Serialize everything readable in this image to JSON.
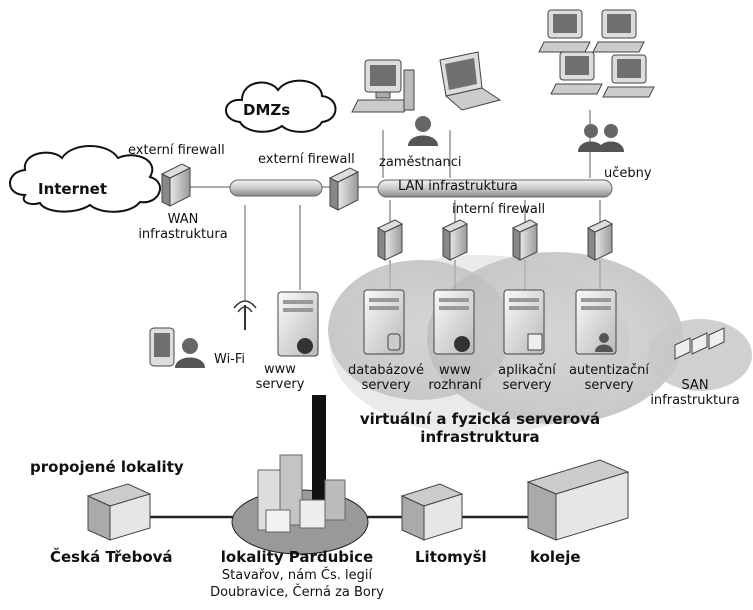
{
  "labels": {
    "dmzs": "DMZs",
    "internet": "Internet",
    "external_firewall_left": "externí firewall",
    "external_firewall_center": "externí firewall",
    "wan_line1": "WAN",
    "wan_line2": "infrastruktura",
    "employees": "zaměstnanci",
    "lan": "LAN infrastruktura",
    "classrooms": "učebny",
    "internal_firewall": "interní firewall",
    "wifi": "Wi-Fi",
    "www_servers_line1": "www",
    "www_servers_line2": "servery",
    "db_servers_line1": "databázové",
    "db_servers_line2": "servery",
    "web_iface_line1": "www",
    "web_iface_line2": "rozhraní",
    "app_servers_line1": "aplikační",
    "app_servers_line2": "servery",
    "auth_servers_line1": "autentizační",
    "auth_servers_line2": "servery",
    "san_line1": "SAN",
    "san_line2": "infrastruktura",
    "server_infra_line1": "virtuální a fyzická serverová",
    "server_infra_line2": "infrastruktura",
    "connected_sites": "propojené lokality",
    "ceska_trebova": "Česká Třebová",
    "pardubice": "lokality Pardubice",
    "pardubice_sub1": "Stavařov, nám Čs. legií",
    "pardubice_sub2": "Doubravice, Černá za Bory",
    "litomysl": "Litomyšl",
    "koleje": "koleje"
  }
}
